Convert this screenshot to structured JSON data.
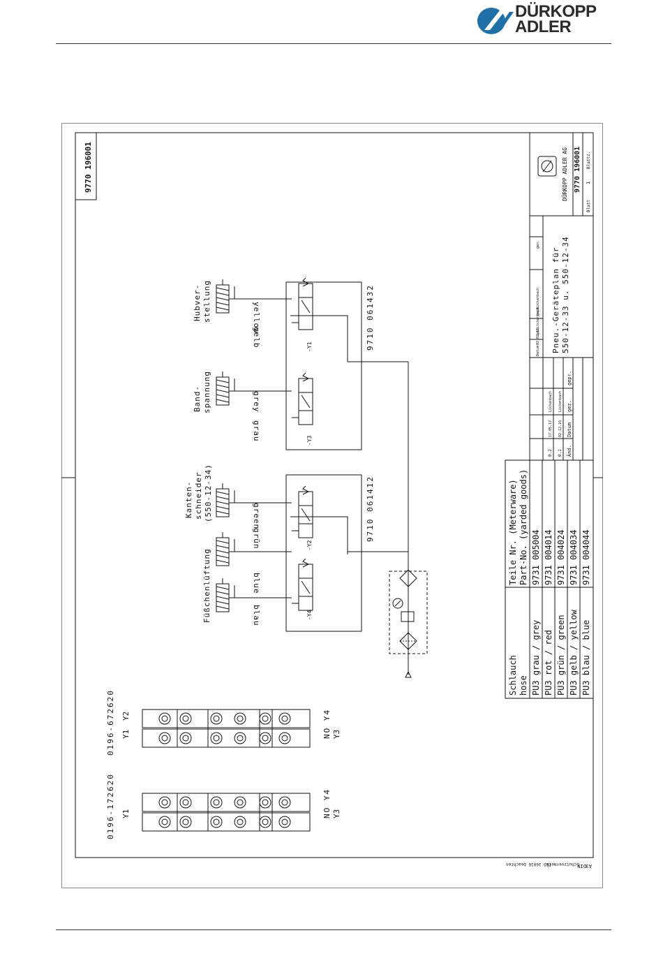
{
  "header": {
    "brand_line1": "DÜRKOPP",
    "brand_line2": "ADLER"
  },
  "sheet": {
    "drawing_number": "9770 196001",
    "valve_block_left": "9710 061412",
    "valve_block_right": "9710 061432",
    "manifold_left_part": "0196-172620",
    "manifold_right_part": "0196-672620",
    "manifold_left_top_label": "Y1",
    "manifold_left_bottom_label1": "NO Y4",
    "manifold_left_bottom_label2": "Y3",
    "manifold_right_top_label1": "Y1",
    "manifold_right_top_label2": "Y2",
    "manifold_right_bottom_label1": "NO Y4",
    "manifold_right_bottom_label2": "Y3",
    "cylinders": [
      {
        "id": "fuss",
        "label1": "Füßchenlüftung",
        "label2": ""
      },
      {
        "id": "kanten",
        "label1": "Kanten-",
        "label2": "schneider",
        "label3": "(550-12-34)"
      },
      {
        "id": "band",
        "label1": "Band-",
        "label2": "spannung"
      },
      {
        "id": "hub",
        "label1": "Hubver-",
        "label2": "stellung"
      }
    ],
    "hoses": {
      "blau": "blau",
      "blue": "blue",
      "gruen": "grün",
      "green": "green",
      "grau": "grau",
      "grey": "grey",
      "gelb": "gelb",
      "yellow": "yellow"
    },
    "valves": {
      "y4": "-Y4",
      "y2": "-Y2",
      "y3": "-Y3",
      "y1": "-Y1"
    },
    "parts_table": {
      "header_col1_line1": "Schlauch",
      "header_col1_line2": "hose",
      "header_col2_line1": "Teile Nr. (Meterware)",
      "header_col2_line2": "Part-No. (yarded goods)",
      "rows": [
        {
          "hose": "PU3 grau / grey",
          "part": "9731 005004"
        },
        {
          "hose": "PU3 rot / red",
          "part": "9731 004014"
        },
        {
          "hose": "PU3 grün / green",
          "part": "9731 004024"
        },
        {
          "hose": "PU3 gelb / yellow",
          "part": "9731 004034"
        },
        {
          "hose": "PU3 blau / blue",
          "part": "9731 004044"
        }
      ]
    },
    "title_block": {
      "title_line1": "Pneu.-Geräteplan für",
      "title_line2": "550-12-33 u. 550-12-34",
      "company": "DÜRKOPP ADLER AG",
      "drawing_number": "9770 196001",
      "sheet_label": "Blatt",
      "sheet_value": "1",
      "sheets_label": "Blattz.",
      "rev_headers": [
        "Änd.",
        "Datum",
        "gez.",
        "gepr."
      ],
      "rev_rows": [
        {
          "rev": "0.2",
          "date": "17.05.17",
          "by": "Lückenbach"
        },
        {
          "rev": "0.1",
          "date": "02.12.16",
          "by": "Lückenbach"
        }
      ],
      "meta_datum": "Datum",
      "meta_date": "02.02.16",
      "meta_gez": "gez.",
      "meta_gez_name": "Lückenbach",
      "meta_gepr": "gepr.",
      "meta_gepr_name": "Lückenbach",
      "meta_gen": "gen."
    },
    "iso_note": "ISO 16016 beachten",
    "protect_note": "Schutzvermerk",
    "din": "DIN",
    "a3": "A3"
  }
}
